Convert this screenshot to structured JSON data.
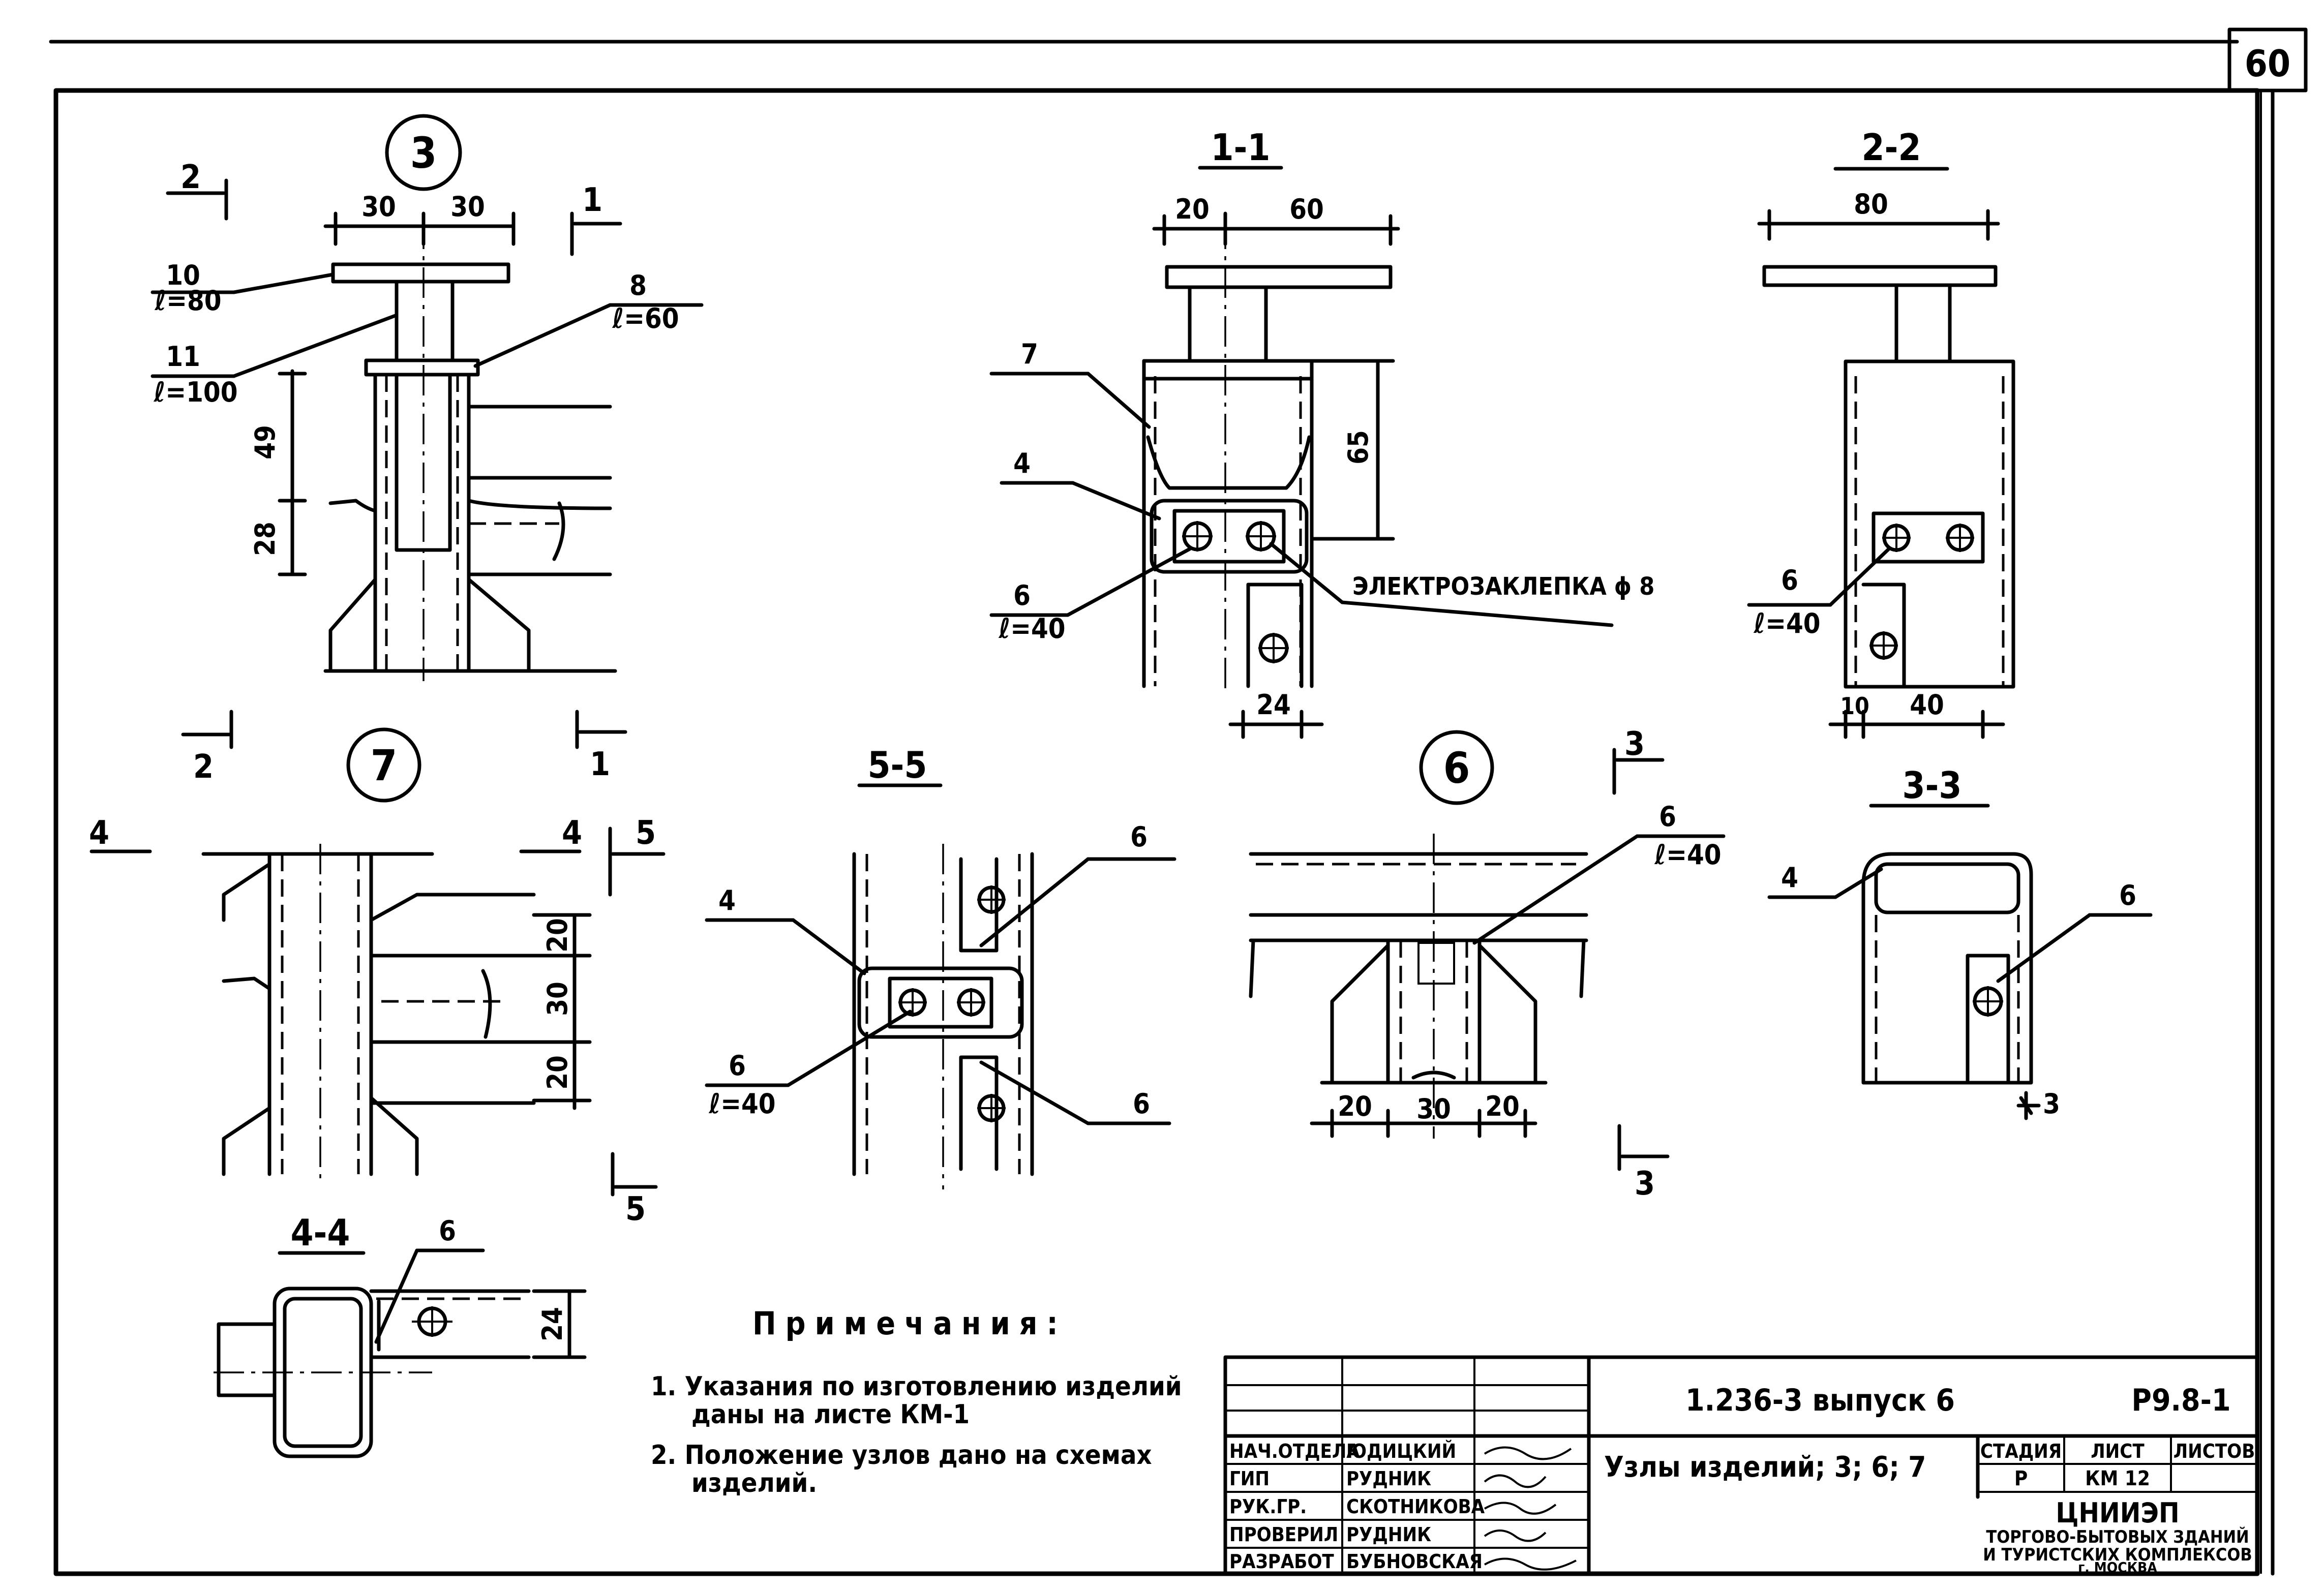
{
  "sheet": {
    "number": "60"
  },
  "details": {
    "node3": {
      "label": "3",
      "section_left": "2",
      "section_right": "1",
      "dim_top_left": "30",
      "dim_top_right": "30",
      "dim_v_upper": "49",
      "dim_v_lower": "28",
      "leader_10": "10",
      "leader_10_len": "ℓ=80",
      "leader_11": "11",
      "leader_11_len": "ℓ=100",
      "leader_8": "8",
      "leader_8_len": "ℓ=60",
      "section_left_bottom": "2",
      "section_right_bottom": "1"
    },
    "sec11": {
      "title": "1-1",
      "dim_left": "20",
      "dim_right": "60",
      "dim_v": "65",
      "leader_7": "7",
      "leader_4": "4",
      "leader_6": "6",
      "leader_6_len": "ℓ=40",
      "weld_note": "ЭЛЕКТРОЗАКЛЕПКА ϕ 8",
      "dim_bottom": "24"
    },
    "sec22": {
      "title": "2-2",
      "dim_top": "80",
      "leader_6": "6",
      "leader_6_len": "ℓ=40",
      "dim_bottom_left": "10",
      "dim_bottom_right": "40"
    },
    "node7": {
      "label": "7",
      "section_left": "4",
      "section_right": "4",
      "section_5": "5",
      "section_5_bottom": "5",
      "dim_a": "20",
      "dim_b": "30",
      "dim_c": "20"
    },
    "sec55": {
      "title": "5-5",
      "leader_6_top": "6",
      "leader_4": "4",
      "leader_6": "6",
      "leader_6_len": "ℓ=40",
      "leader_6_bottom": "6"
    },
    "node6": {
      "label": "6",
      "section_top": "3",
      "section_bottom": "3",
      "leader_6": "6",
      "leader_6_len": "ℓ=40",
      "dim_a": "20",
      "dim_b": "30",
      "dim_c": "20"
    },
    "sec33": {
      "title": "3-3",
      "leader_4": "4",
      "leader_6": "6",
      "dim_bottom": "3"
    },
    "sec44": {
      "title": "4-4",
      "leader_6": "6",
      "dim_v": "24"
    }
  },
  "notes": {
    "heading": "Примечания:",
    "items": [
      "1. Указания по изготовлению изделий",
      "даны на листе КМ-1",
      "2. Положение узлов дано на схемах",
      "изделий."
    ]
  },
  "title_block": {
    "doc_code": "1.236-3  выпуск 6",
    "mark": "Р9.8-1",
    "drawing_title": "Узлы изделий; 3; 6; 7",
    "roles": [
      {
        "role": "НАЧ.ОТДЕЛА",
        "name": "ЮДИЦКИЙ"
      },
      {
        "role": "ГИП",
        "name": "РУДНИК"
      },
      {
        "role": "РУК.ГР.",
        "name": "СКОТНИКОВА"
      },
      {
        "role": "ПРОВЕРИЛ",
        "name": "РУДНИК"
      },
      {
        "role": "РАЗРАБОТ",
        "name": "БУБНОВСКАЯ"
      }
    ],
    "stage_header": "СТАДИЯ",
    "sheet_header": "ЛИСТ",
    "sheets_header": "ЛИСТОВ",
    "stage": "Р",
    "sheet": "КМ 12",
    "org": "ЦНИИЭП",
    "org_line1": "ТОРГОВО-БЫТОВЫХ ЗДАНИЙ",
    "org_line2": "И ТУРИСТСКИХ КОМПЛЕКСОВ",
    "org_city": "г. МОСКВА"
  }
}
